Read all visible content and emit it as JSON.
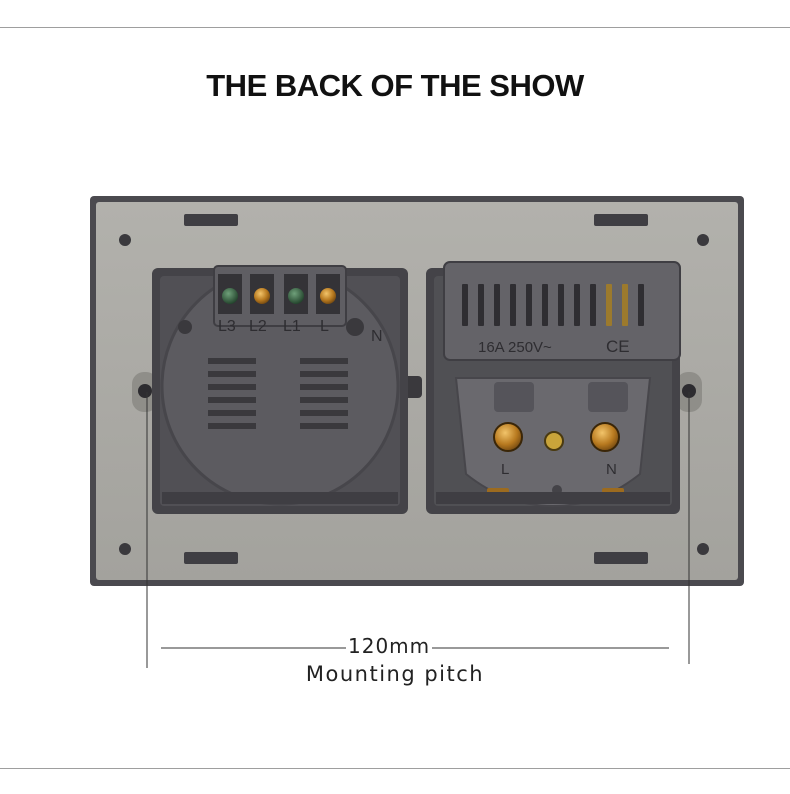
{
  "header": {
    "title": "THE BACK OF THE SHOW"
  },
  "switch_module": {
    "terminal_labels": [
      "L3",
      "L2",
      "L1",
      "L",
      "N"
    ]
  },
  "socket_module": {
    "rating": "16A 250V~",
    "mark": "CE",
    "live_label": "L",
    "neutral_label": "N"
  },
  "dimension": {
    "value": "120mm",
    "caption": "Mounting pitch"
  },
  "colors": {
    "plate": "#a9a8a3",
    "frame": "#4b4a4f",
    "module": "#5f5e63",
    "brass": "#b7791f"
  }
}
